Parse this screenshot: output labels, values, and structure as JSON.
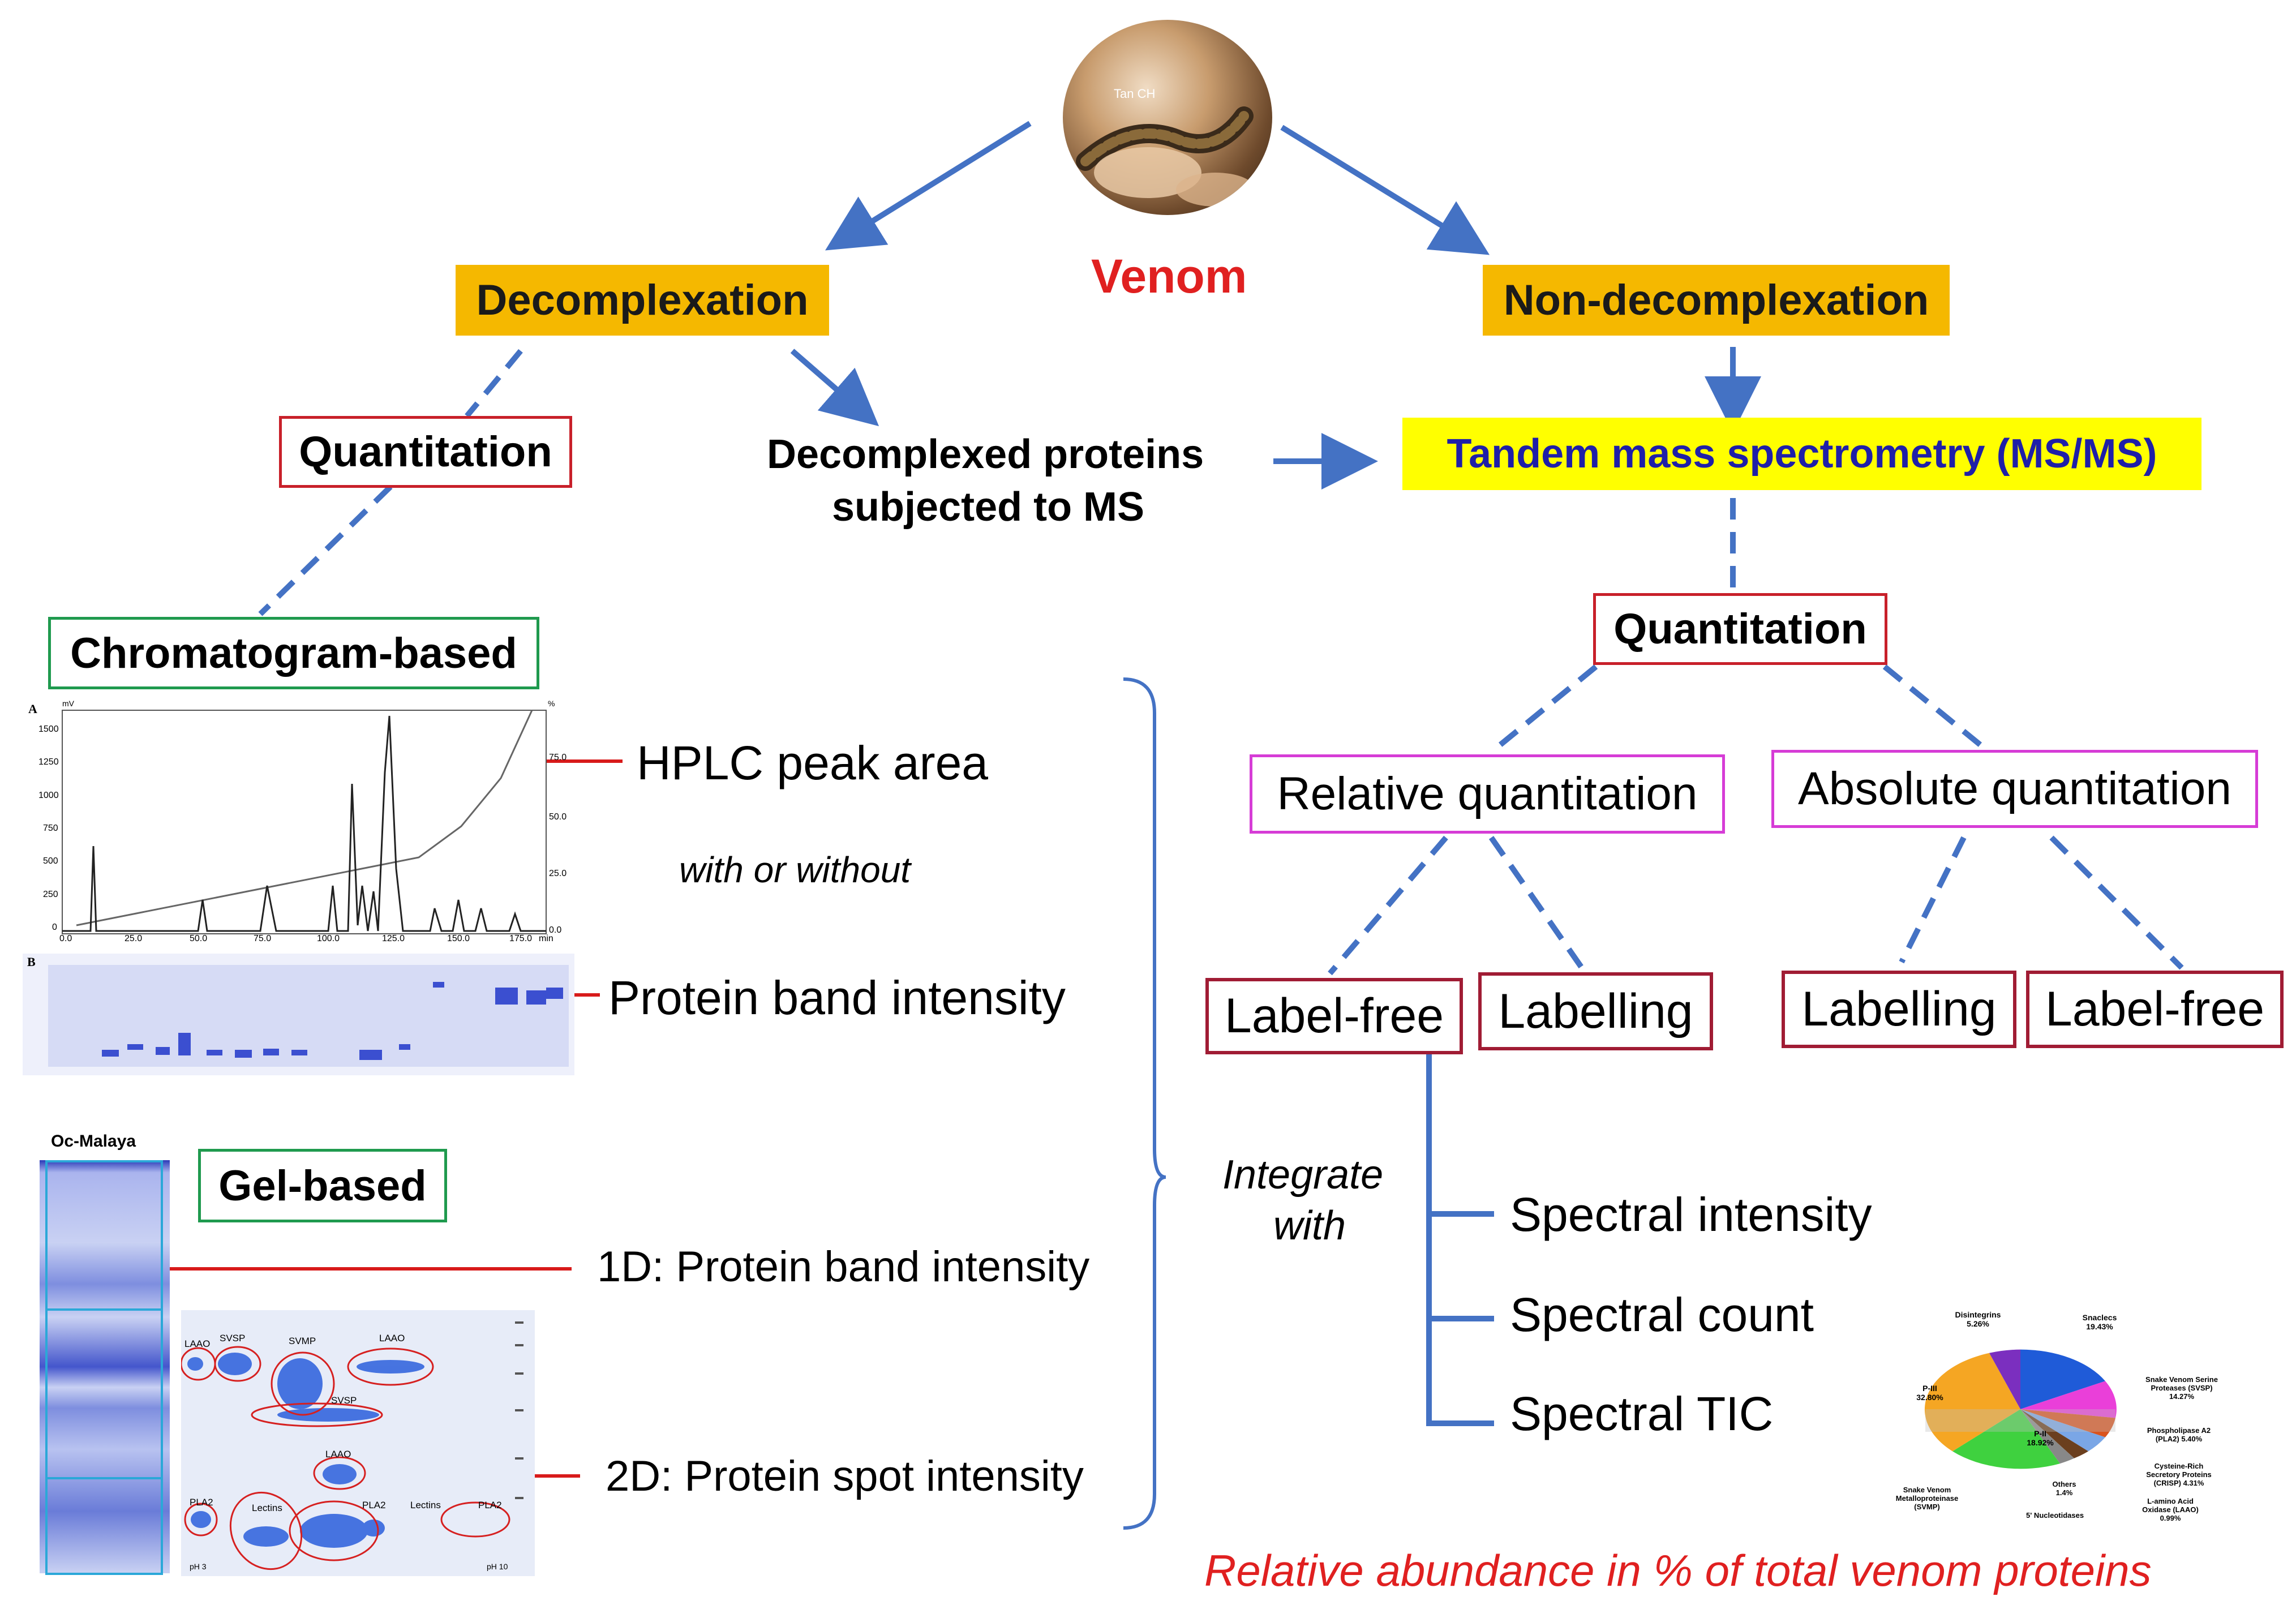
{
  "center": {
    "title": "Venom",
    "photo_caption": "Tan CH"
  },
  "decomplexation": {
    "label": "Decomplexation",
    "quantitation_label": "Quantitation",
    "decomplexed_proteins_line1": "Decomplexed proteins",
    "decomplexed_proteins_line2": "subjected to MS"
  },
  "non_decomplexation": {
    "label": "Non-decomplexation",
    "msms_label": "Tandem mass spectrometry (MS/MS)",
    "quantitation_label": "Quantitation",
    "relative_label": "Relative quantitation",
    "absolute_label": "Absolute quantitation",
    "rel_labelfree": "Label-free",
    "rel_labelling": "Labelling",
    "abs_labelling": "Labelling",
    "abs_labelfree": "Label-free",
    "integrate_line1": "Integrate",
    "integrate_line2": "with",
    "spectral_items": [
      "Spectral intensity",
      "Spectral count",
      "Spectral TIC"
    ],
    "footer": "Relative abundance  in % of total venom proteins"
  },
  "chromatogram_based": {
    "label": "Chromatogram-based",
    "hplc_label": "HPLC peak area",
    "with_or_without": "with or without",
    "protein_band_label": "Protein band intensity",
    "panel_a": "A",
    "panel_b": "B",
    "x_ticks": [
      "0.0",
      "25.0",
      "50.0",
      "75.0",
      "100.0",
      "125.0",
      "150.0",
      "175.0"
    ],
    "x_unit": "min",
    "y_ticks": [
      "1500",
      "1250",
      "1000",
      "750",
      "500",
      "250",
      "0"
    ],
    "y_unit": "mV",
    "y2_ticks": [
      "75.0",
      "50.0",
      "25.0",
      "0.0"
    ],
    "y2_unit": "%"
  },
  "gel_based": {
    "label": "Gel-based",
    "gel_title": "Oc-Malaya",
    "oned_label": "1D: Protein band intensity",
    "twod_label": "2D: Protein spot intensity",
    "spot_labels": [
      "LAAO",
      "SVSP",
      "SVMP",
      "LAAO",
      "SVSP",
      "LAAO",
      "PLA2",
      "Lectins",
      "PLA2",
      "Lectins",
      "PLA2"
    ],
    "ph_low": "pH 3",
    "ph_high": "pH 10"
  },
  "pie": {
    "labels": [
      "Disintegrins 5.26%",
      "Snaclecs 19.43%",
      "Snake Venom Serine Proteases (SVSP) 14.27%",
      "Phospholipase A2 (PLA2) 5.40%",
      "Cysteine-Rich Secretory Proteins (CRISP) 4.31%",
      "L-amino Acid Oxidase (LAAO) 0.99%",
      "5' Nucleotidases",
      "Others 1.4%",
      "Snake Venom Metalloproteinase (SVMP)",
      "P-II 18.92%",
      "P-III 32.80%"
    ]
  },
  "colors": {
    "orange_box": "#f5b800",
    "yellow_box": "#ffff00",
    "arrow_blue": "#4472c4",
    "title_red": "#e02020",
    "pointer_red": "#d81b1b"
  }
}
